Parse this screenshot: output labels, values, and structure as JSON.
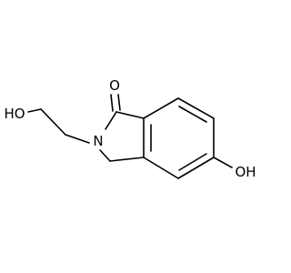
{
  "labels": {
    "carbonyl_oxygen": "O",
    "ring_nitrogen": "N",
    "side_chain_hydroxyl": "HO",
    "aromatic_hydroxyl": "OH"
  }
}
